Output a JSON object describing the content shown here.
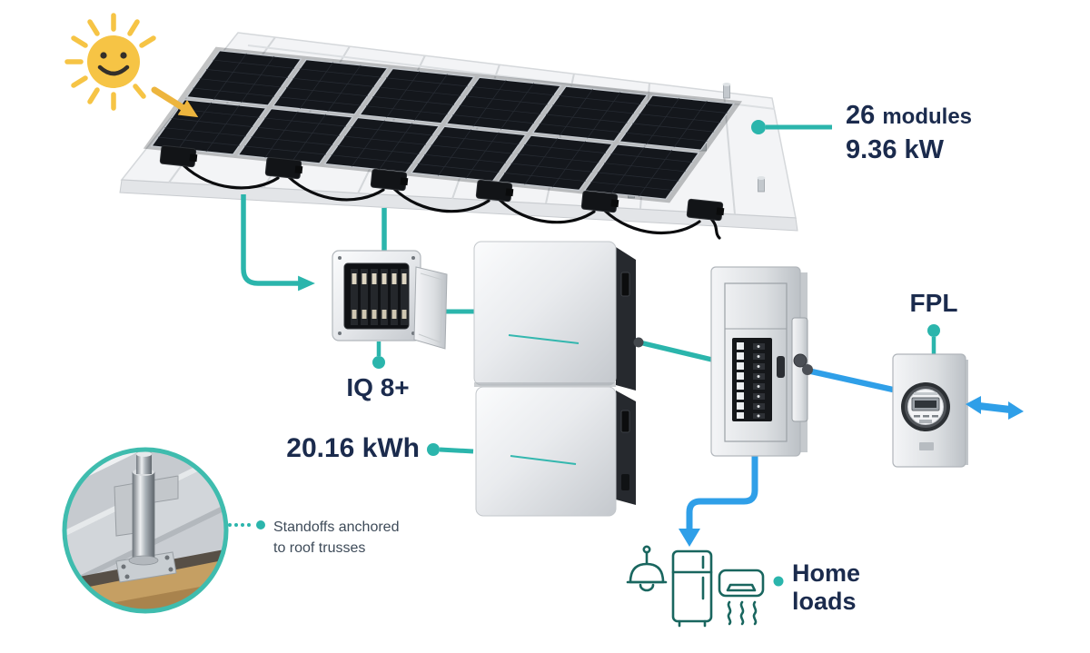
{
  "diagram": {
    "array_label": {
      "count": "26",
      "unit_word": "modules",
      "power": "9.36 kW"
    },
    "combiner_label": "IQ 8+",
    "battery_label": "20.16 kWh",
    "utility_label": "FPL",
    "home_loads_label": {
      "line1": "Home",
      "line2": "loads"
    },
    "standoffs_note": {
      "line1": "Standoffs anchored",
      "line2": "to roof trusses"
    }
  },
  "colors": {
    "teal_connector": "#2bb5ac",
    "blue_connector": "#2f9fe8",
    "navy_text": "#1b2b4d",
    "caption_grey": "#3e4b59",
    "appliance_icon_teal": "#19665f",
    "sun_yellow": "#f6c445",
    "sun_arrow_yellow": "#edb53e",
    "panel_black": "#14171c",
    "equipment_silver": "#dfe2e5"
  },
  "icons": {
    "sun": "smiling-sun-icon",
    "sunlight_arrow": "yellow-arrow-down-right-icon",
    "loads_arrow": "blue-arrow-down-icon",
    "grid_exchange_arrow": "blue-double-headed-arrow-icon",
    "lamp": "pendant-lamp-outline-icon",
    "fridge": "refrigerator-outline-icon",
    "air_conditioner": "mini-split-ac-outline-icon"
  }
}
